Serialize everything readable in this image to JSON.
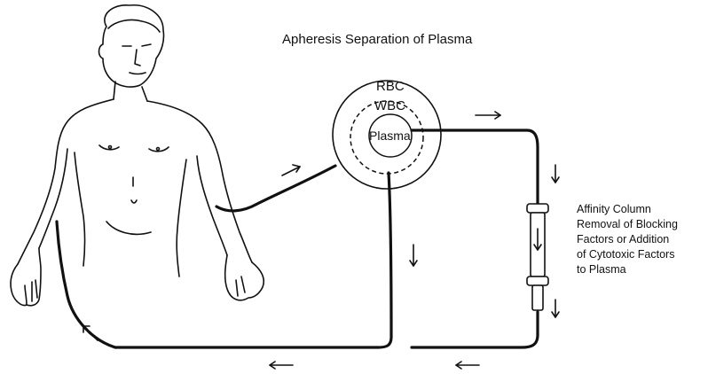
{
  "title": "Apheresis Separation of Plasma",
  "separator_labels": {
    "outer": "RBC",
    "middle": "WBC",
    "inner": "Plasma"
  },
  "column_label_lines": [
    "Affinity Column",
    "Removal of Blocking",
    "Factors or Addition",
    "of Cytotoxic Factors",
    "to Plasma"
  ],
  "colors": {
    "line": "#111111",
    "background": "#ffffff"
  }
}
